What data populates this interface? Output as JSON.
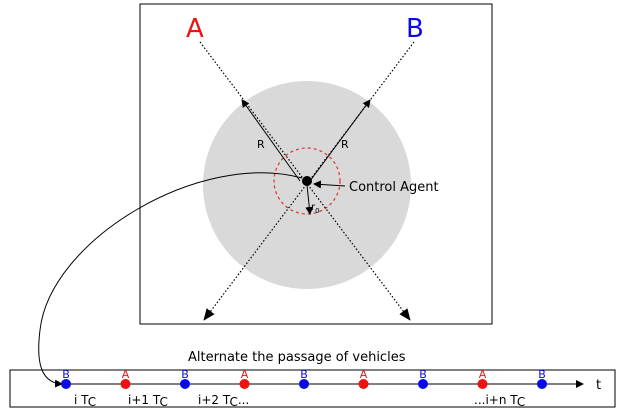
{
  "intersection": {
    "road_a_label": "A",
    "road_b_label": "B",
    "radius_label": "R",
    "radius_label_right": "R",
    "inner_radius_label": "r",
    "inner_radius_subscript": "0",
    "agent_label": "Control Agent"
  },
  "timeline": {
    "title": "Alternate the passage of vehicles",
    "axis_label": "t",
    "sequence": [
      "B",
      "A",
      "B",
      "A",
      "B",
      "A",
      "B",
      "A",
      "B"
    ],
    "time_labels": [
      "i T",
      "i+1 T",
      "i+2 T",
      "...i+n T"
    ],
    "time_subscript": "C",
    "time_suffix_third": "..."
  },
  "colors": {
    "road_a": "#ee1111",
    "road_b": "#0a0ae6",
    "zone_fill": "#d9d9d9",
    "inner_zone": "#e03030"
  }
}
